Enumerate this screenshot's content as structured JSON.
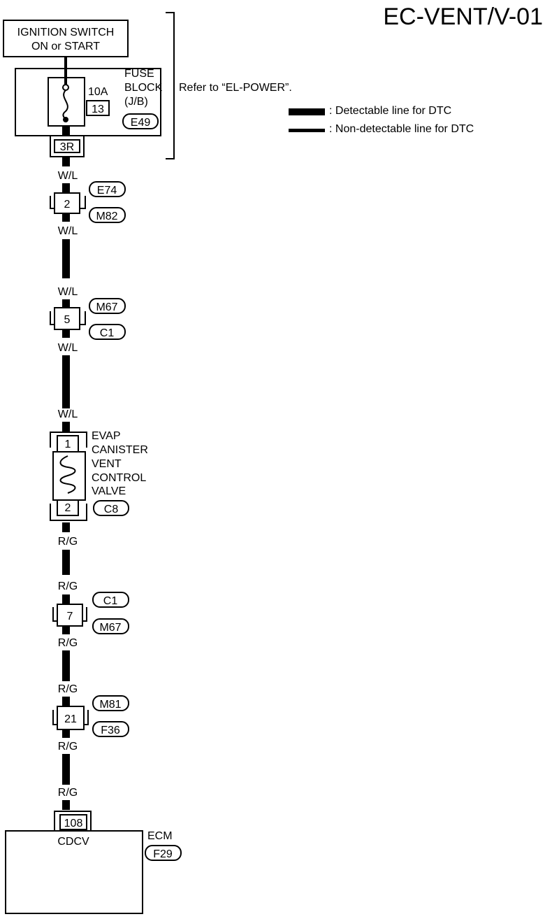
{
  "title": "EC-VENT/V-01",
  "ignition": {
    "line1": "IGNITION SWITCH",
    "line2": "ON or START"
  },
  "fuse_block": {
    "rating": "10A",
    "number": "13",
    "label": [
      "FUSE",
      "BLOCK",
      "(J/B)"
    ],
    "connector_id": "E49",
    "pin": "3R"
  },
  "refer_note": "Refer to “EL-POWER”.",
  "legend": {
    "detectable": ": Detectable line for DTC",
    "non_detectable": ": Non-detectable line for DTC"
  },
  "wire_colors": {
    "supply": "W/L",
    "signal": "R/G"
  },
  "connectors": [
    {
      "pin": "2",
      "ids": [
        "E74",
        "M82"
      ]
    },
    {
      "pin": "5",
      "ids": [
        "M67",
        "C1"
      ]
    },
    {
      "pin": "7",
      "ids": [
        "C1",
        "M67"
      ]
    },
    {
      "pin": "21",
      "ids": [
        "M81",
        "F36"
      ]
    }
  ],
  "valve": {
    "name": [
      "EVAP",
      "CANISTER",
      "VENT",
      "CONTROL",
      "VALVE"
    ],
    "pin_top": "1",
    "pin_bottom": "2",
    "connector_id": "C8"
  },
  "ecm": {
    "name": "ECM",
    "pin": "108",
    "terminal": "CDCV",
    "connector_id": "F29"
  },
  "colors": {
    "ink": "#000000",
    "paper": "#ffffff"
  }
}
